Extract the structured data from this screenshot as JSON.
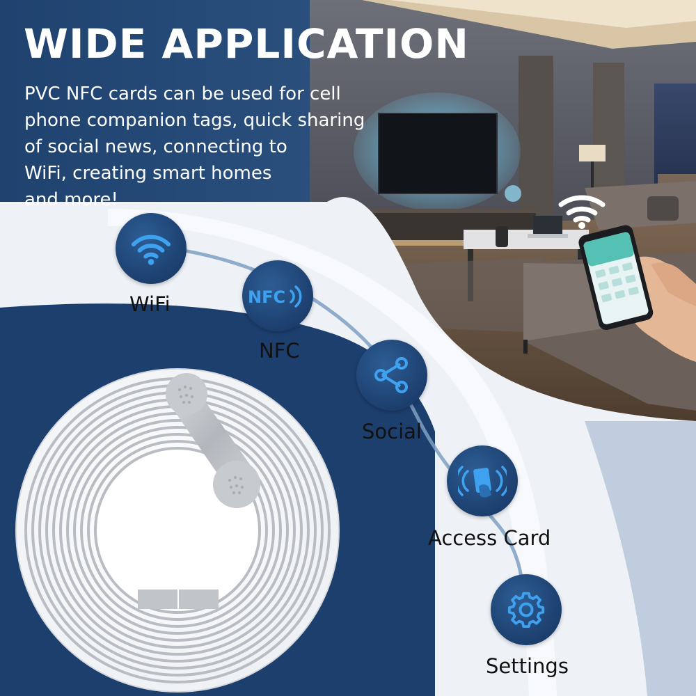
{
  "headline": "WIDE APPLICATION",
  "description": {
    "lines": [
      "PVC NFC cards can be used for cell",
      "phone companion tags, quick sharing",
      "of social news, connecting to",
      "WiFi, creating smart homes",
      "and more!"
    ]
  },
  "features": [
    {
      "label": "WiFi",
      "icon": "wifi-icon"
    },
    {
      "label": "NFC",
      "icon": "nfc-icon",
      "badge_text": "NFC"
    },
    {
      "label": "Social",
      "icon": "share-icon"
    },
    {
      "label": "Access Card",
      "icon": "access-card-icon"
    },
    {
      "label": "Settings",
      "icon": "gear-icon"
    }
  ],
  "colors": {
    "navy": "#1d3f6e",
    "icon_blue": "#3fa2f0",
    "light_panel": "#eef2f7",
    "label_text": "#111111"
  }
}
